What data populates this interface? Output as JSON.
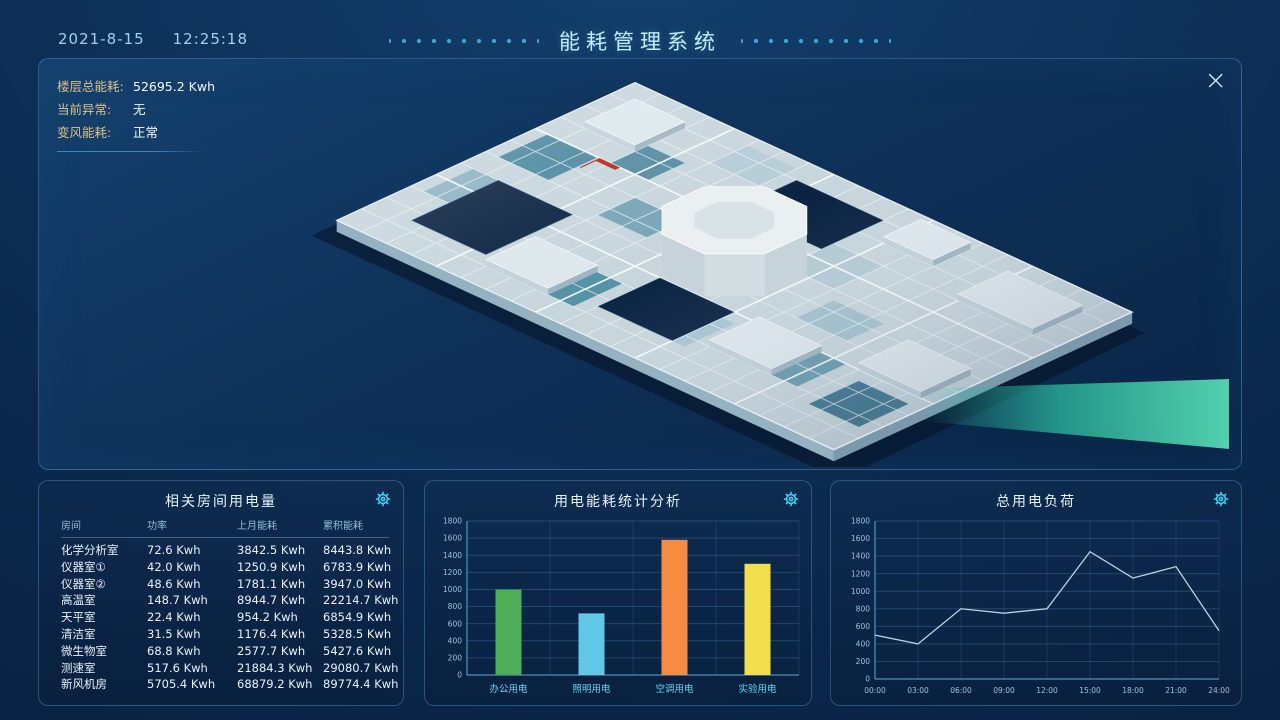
{
  "header": {
    "date": "2021-8-15",
    "time": "12:25:18",
    "title": "能耗管理系统"
  },
  "scene_panel": {
    "stats": [
      {
        "label": "楼层总能耗:",
        "value": "52695.2 Kwh"
      },
      {
        "label": "当前异常:",
        "value": "无"
      },
      {
        "label": "变风能耗:",
        "value": "正常"
      }
    ],
    "close_label": "×"
  },
  "room_table": {
    "title": "相关房间用电量",
    "columns": [
      "房间",
      "功率",
      "上月能耗",
      "累积能耗"
    ],
    "rows": [
      [
        "化学分析室",
        "72.6 Kwh",
        "3842.5 Kwh",
        "8443.8 Kwh"
      ],
      [
        "仪器室①",
        "42.0 Kwh",
        "1250.9 Kwh",
        "6783.9 Kwh"
      ],
      [
        "仪器室②",
        "48.6 Kwh",
        "1781.1 Kwh",
        "3947.0 Kwh"
      ],
      [
        "高温室",
        "148.7 Kwh",
        "8944.7 Kwh",
        "22214.7 Kwh"
      ],
      [
        "天平室",
        "22.4 Kwh",
        "954.2 Kwh",
        "6854.9 Kwh"
      ],
      [
        "清洁室",
        "31.5 Kwh",
        "1176.4 Kwh",
        "5328.5 Kwh"
      ],
      [
        "微生物室",
        "68.8 Kwh",
        "2577.7 Kwh",
        "5427.6 Kwh"
      ],
      [
        "测速室",
        "517.6 Kwh",
        "21884.3 Kwh",
        "29080.7 Kwh"
      ],
      [
        "新风机房",
        "5705.4 Kwh",
        "68879.2 Kwh",
        "89774.4 Kwh"
      ]
    ]
  },
  "chart_data": [
    {
      "type": "bar",
      "title": "用电能耗统计分析",
      "categories": [
        "办公用电",
        "照明用电",
        "空调用电",
        "实验用电"
      ],
      "values": [
        1000,
        720,
        1580,
        1300
      ],
      "colors": [
        "#4fae57",
        "#62c8e8",
        "#f78b42",
        "#f3de4d"
      ],
      "xlabel": "",
      "ylabel": "",
      "ylim": [
        0,
        1800
      ],
      "ytick_step": 200,
      "grid": true,
      "legend": false
    },
    {
      "type": "line",
      "title": "总用电负荷",
      "x": [
        "00:00",
        "03:00",
        "06:00",
        "09:00",
        "12:00",
        "15:00",
        "18:00",
        "21:00",
        "24:00"
      ],
      "values": [
        500,
        400,
        800,
        750,
        800,
        1450,
        1150,
        1280,
        550
      ],
      "line_color": "#b9d2e0",
      "xlabel": "",
      "ylabel": "",
      "ylim": [
        0,
        1800
      ],
      "ytick_step": 200,
      "grid": true,
      "legend": false
    }
  ]
}
